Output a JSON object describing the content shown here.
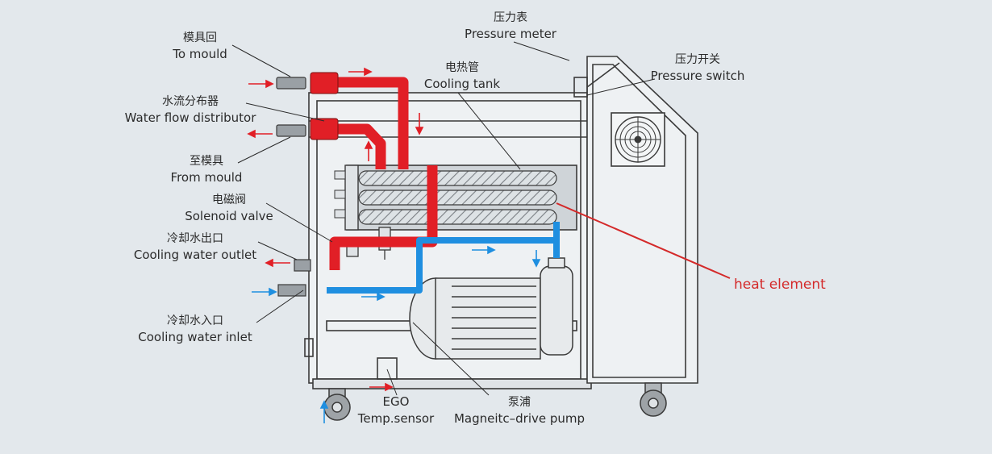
{
  "labels": {
    "to_mould": {
      "zh": "模具回",
      "en": "To mould"
    },
    "water_flow_distributor": {
      "zh": "水流分布器",
      "en": "Water flow distributor"
    },
    "from_mould": {
      "zh": "至模具",
      "en": "From mould"
    },
    "solenoid_valve": {
      "zh": "电磁阀",
      "en": "Solenoid valve"
    },
    "cooling_water_outlet": {
      "zh": "冷却水出口",
      "en": "Cooling water outlet"
    },
    "cooling_water_inlet": {
      "zh": "冷却水入口",
      "en": "Cooling water inlet"
    },
    "pressure_meter": {
      "zh": "压力表",
      "en": "Pressure meter"
    },
    "cooling_tank": {
      "zh": "电热管",
      "en": "Cooling tank"
    },
    "pressure_switch": {
      "zh": "压力开关",
      "en": "Pressure switch"
    },
    "ego": {
      "zh": "EGO",
      "en": "Temp.sensor"
    },
    "pump": {
      "zh": "泵浦",
      "en": "Magneitc–drive pump"
    },
    "heat_element": {
      "en": "heat element"
    }
  },
  "colors": {
    "hot_pipe": "#e11f26",
    "cold_pipe": "#1f8fe0",
    "annotation": "#d42a2a",
    "outline": "#3a3a3a",
    "background": "#e3e8ec"
  }
}
